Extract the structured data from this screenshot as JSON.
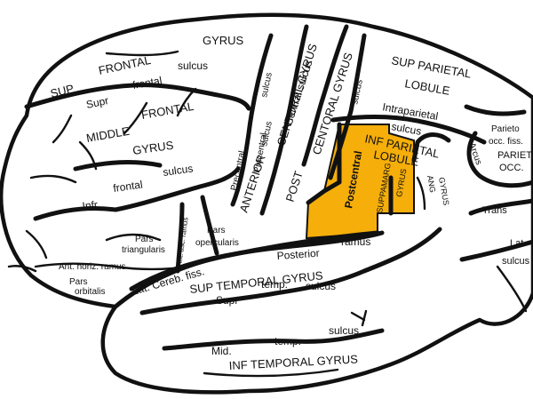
{
  "diagram": {
    "highlight_color": "#F5AE0A",
    "labels": {
      "sup_frontal_gyrus": "GYRUS",
      "sup": "SUP",
      "frontal": "FRONTAL",
      "sulcus_sup_frontal": "sulcus",
      "supr": "Supr",
      "frontal_supr": "frontal",
      "middle": "MIDDLE",
      "frontal_middle": "FRONTAL",
      "gyrus_middle": "GYRUS",
      "precentral_upper": "Precentral",
      "sulcus_precentral_upper": "sulcus",
      "centoral_gyrus_anterior": "CENTORAL GYRUS",
      "central_sulcus": "Central sulcus",
      "centoral_gyrus_post": "CENTORAL GYRUS",
      "sulcus_postcentral": "sulcus",
      "precentral_lower": "Precentral",
      "sulcus_precentral_lower": "sulcus",
      "anterior": "ANTERIOR",
      "post": "POST",
      "sup_parietal": "SUP PARIETAL",
      "lobule_sup": "LOBULE",
      "intraparietal": "Intraparietal",
      "sulcus_intraparietal": "sulcus",
      "inf_parietal": "INF PARIETAL",
      "lobule_inf": "LOBULE",
      "postcentral": "Postcentral",
      "suppamarg": "SUPPAMARG",
      "gyrus_suppamarg": "GYRUS",
      "ang": "ANG",
      "gyrus_ang": "GYRUS",
      "parieto_occ_fiss": "Parieto",
      "occ_fiss": "occ. fiss.",
      "arcus": "Arcus",
      "parieto_occ": "PARIETO",
      "occ": "OCC.",
      "trans": "Trans",
      "lat_right": "Lat.",
      "sulcus_right": "sulcus",
      "frontal_lower": "frontal",
      "sulcus_frontal_lower": "sulcus",
      "infr": "Infr",
      "pars_triangularis": "Pars",
      "triangularis": "triangularis",
      "ant_asc_ramus": "Ant. asc. ramus",
      "pars_opercularis": "Pars",
      "opercularis": "opercularis",
      "ant_horiz_ramus": "Ant. horiz. ramus",
      "pars_orbitalis": "Pars",
      "orbitalis": "orbitalis",
      "lat_cereb_fiss": "Lat. Cereb. fiss.",
      "posterior": "Posterior",
      "ramus": "ramus",
      "sup_temporal_gyrus": "SUP  TEMPORAL  GYRUS",
      "supr_temp": "Supr",
      "temp_upper": "temp.",
      "sulcus_temp_upper": "sulcus",
      "mid_temp": "Mid.",
      "temp_lower": "temp.",
      "sulcus_temp_lower": "sulcus",
      "inf_temporal_gyrus": "INF  TEMPORAL  GYRUS"
    }
  }
}
